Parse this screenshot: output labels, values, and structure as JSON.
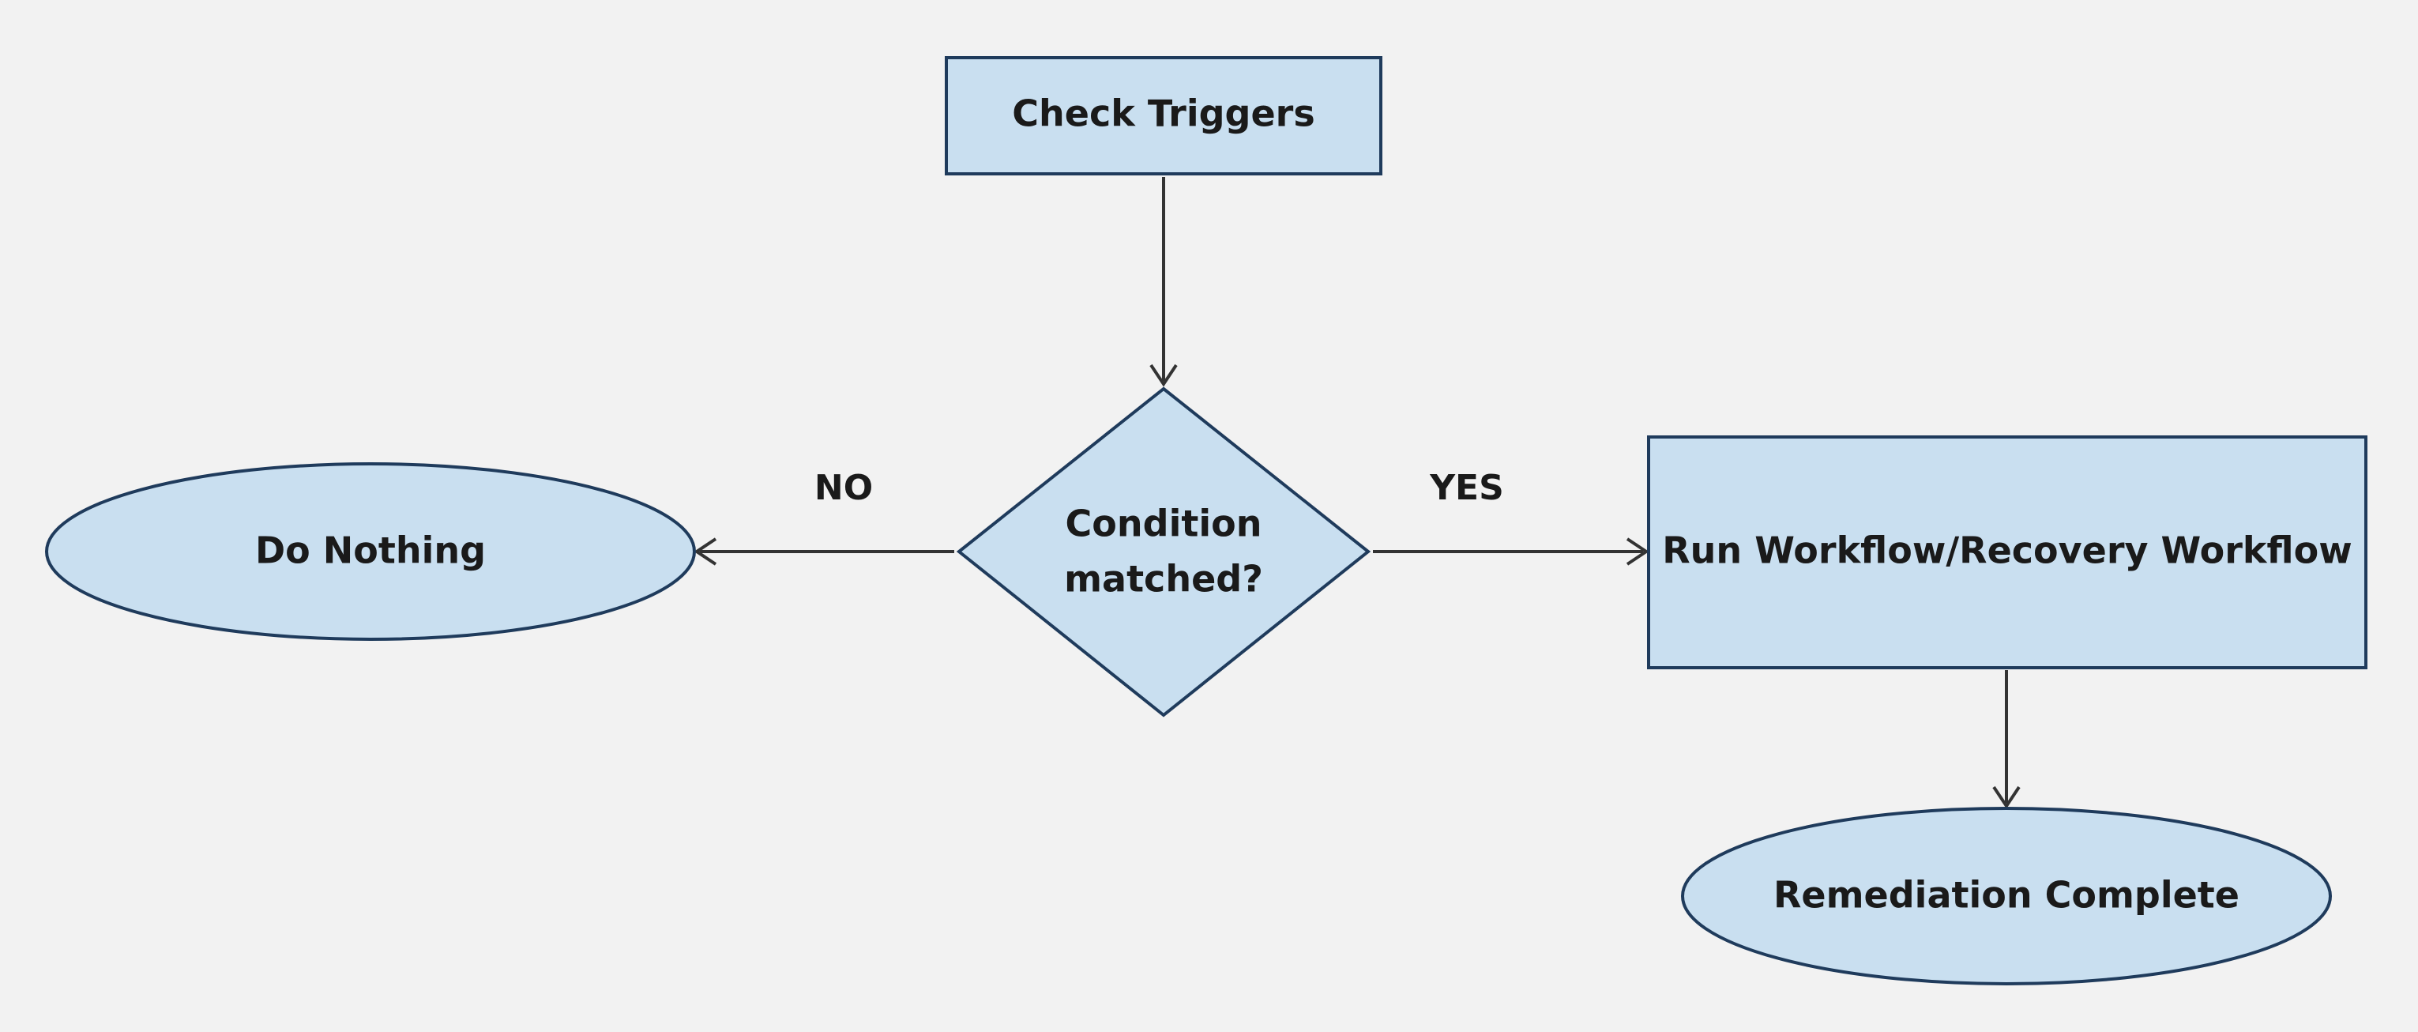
{
  "nodes": {
    "check_triggers": {
      "label": "Check Triggers",
      "shape": "rectangle"
    },
    "condition": {
      "label_line1": "Condition",
      "label_line2": "matched?",
      "shape": "diamond"
    },
    "do_nothing": {
      "label": "Do Nothing",
      "shape": "ellipse"
    },
    "run_workflow": {
      "label": "Run Workflow/Recovery Workflow",
      "shape": "rectangle"
    },
    "remediation_complete": {
      "label": "Remediation Complete",
      "shape": "ellipse"
    }
  },
  "edges": {
    "no": {
      "label": "NO"
    },
    "yes": {
      "label": "YES"
    }
  },
  "colors": {
    "background": "#f2f2f2",
    "node_fill": "#c9dff0",
    "node_stroke": "#1f3b5c",
    "edge": "#333333",
    "text": "#1a1a1a"
  }
}
